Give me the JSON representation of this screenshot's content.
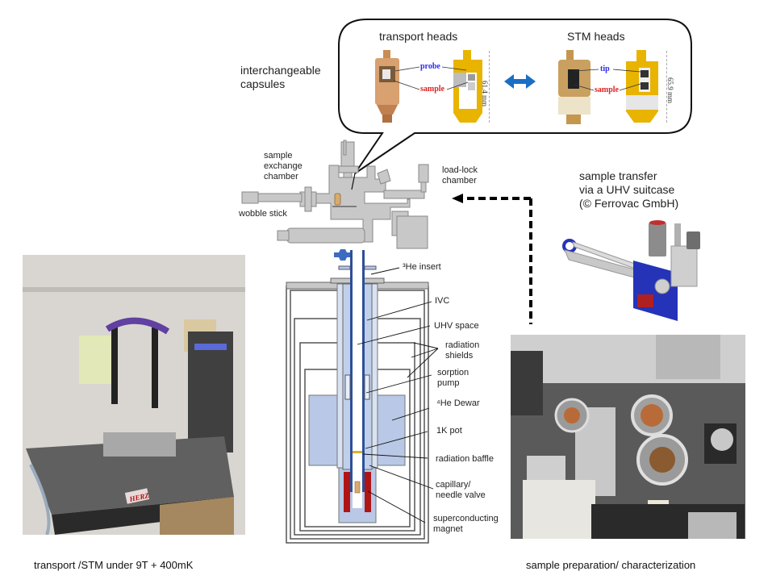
{
  "callout": {
    "left_title": "transport heads",
    "right_title": "STM heads",
    "transport_labels": {
      "probe": "probe",
      "sample": "sample",
      "dimension": "61.4 mm"
    },
    "stm_labels": {
      "tip": "tip",
      "sample": "sample",
      "dimension": "65.9 mm"
    },
    "swap_arrow_icon": "double-arrow-icon",
    "colors": {
      "probe_label": "#2a2aee",
      "sample_label": "#e02020",
      "swap_arrow": "#1a6fc4",
      "frame": "#e8b400"
    }
  },
  "labels": {
    "interchangeable": [
      "interchangeable",
      "capsules"
    ],
    "sample_exchange": [
      "sample",
      "exchange",
      "chamber"
    ],
    "wobble_stick": "wobble stick",
    "load_lock": [
      "load-lock",
      "chamber"
    ],
    "sample_transfer": [
      "sample transfer",
      "via a UHV suitcase",
      "(© Ferrovac GmbH)"
    ],
    "he3_insert": "³He insert",
    "ivc": "IVC",
    "uhv_space": "UHV space",
    "radiation_shields": [
      "radiation",
      "shields"
    ],
    "sorption_pump": [
      "sorption",
      "pump"
    ],
    "he4_dewar": "⁴He Dewar",
    "one_k_pot": "1K pot",
    "radiation_baffle": "radiation baffle",
    "capillary": [
      "capillary/",
      "needle valve"
    ],
    "sc_magnet": [
      "superconducting",
      "magnet"
    ]
  },
  "photos": {
    "left_caption": "transport /STM under 9T + 400mK",
    "right_caption": "sample preparation/ characterization",
    "left_table_brand": "HERZ"
  }
}
